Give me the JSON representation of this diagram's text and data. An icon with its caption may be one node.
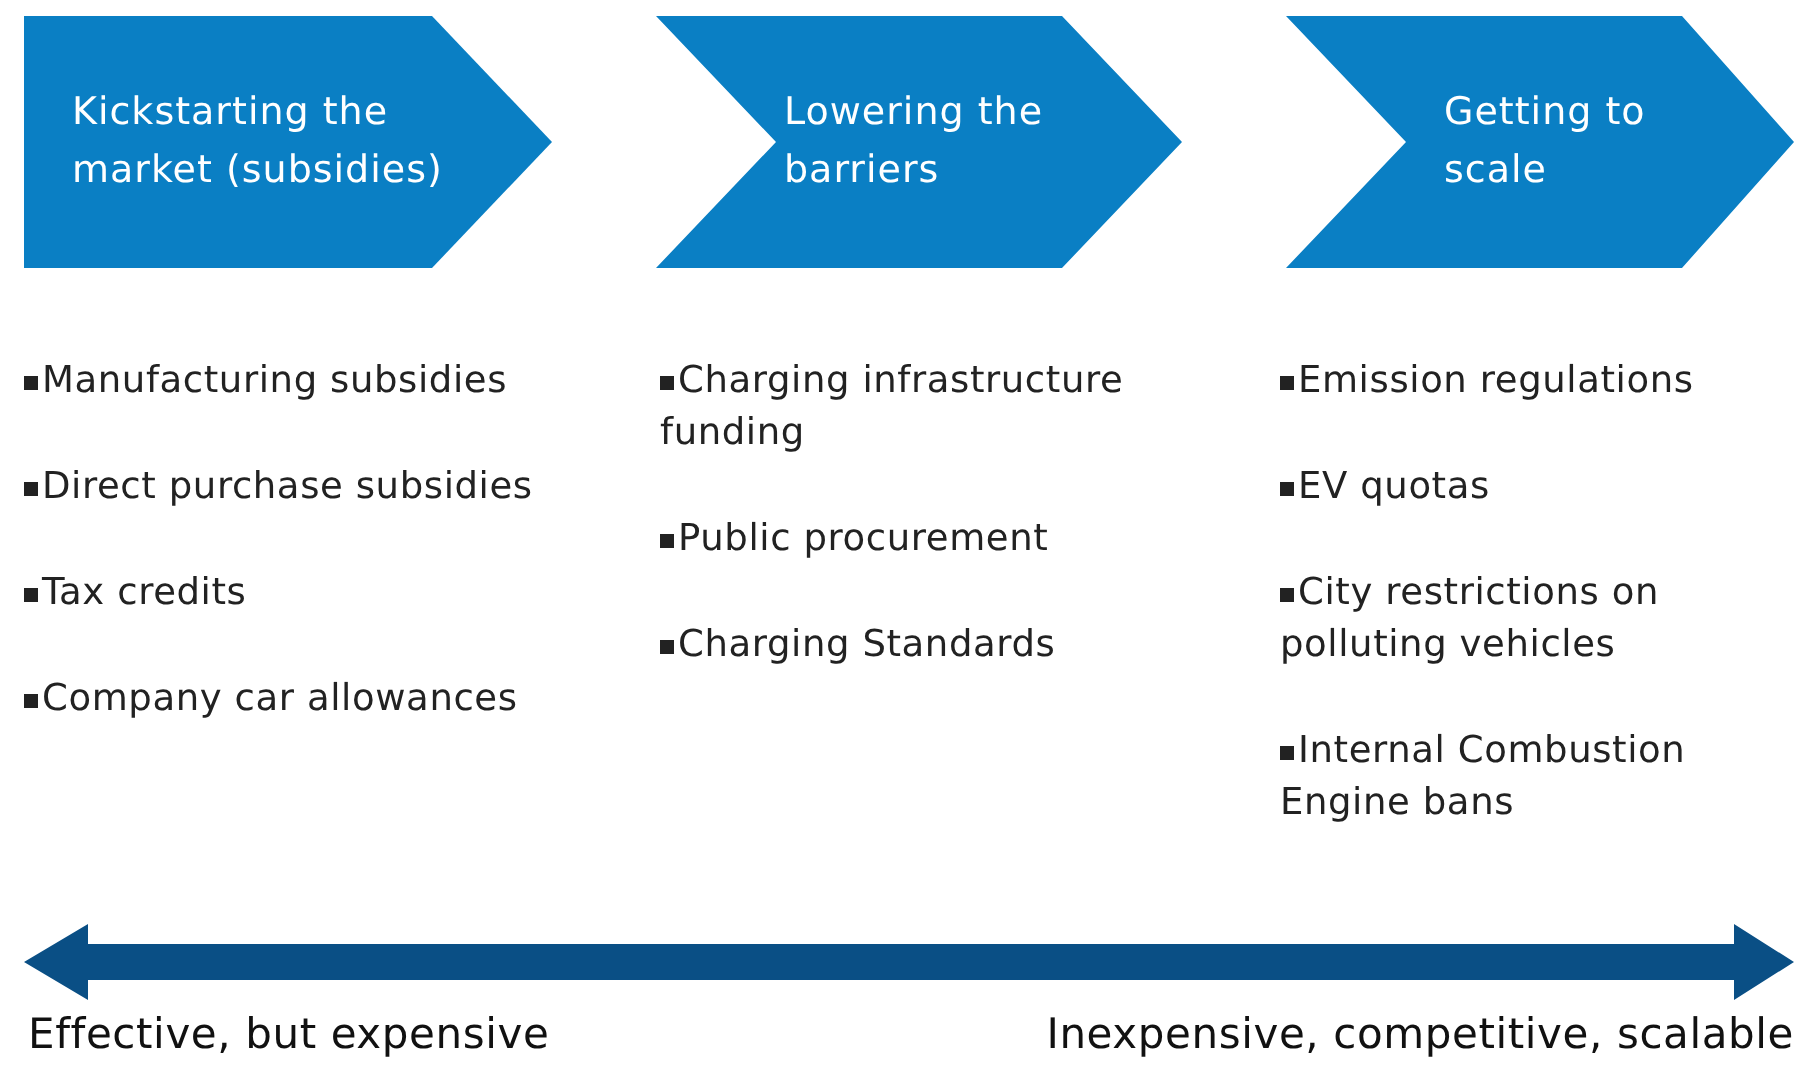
{
  "diagram": {
    "nodes": [
      {
        "text": [
          "Kickstarting the market (subsidies)"
        ],
        "beside": [
          "Manufacturing subsidies",
          "Direct purchase subsidies",
          "Tax credits",
          "Company car allowances"
        ]
      },
      {
        "text": [
          "Lowering the barriers"
        ],
        "beside": [
          "Charging infrastructure funding",
          "Public procurement",
          "Charging Standards"
        ]
      },
      {
        "text": [
          "Getting to scale"
        ],
        "beside": [
          "Emission regulations",
          "EV quotas",
          "City restrictions on polluting vehicles",
          "Internal Combustion Engine bans"
        ]
      }
    ],
    "edges": [],
    "labels": [
      "Effective, but expensive",
      "Inexpensive, competitive, scalable"
    ]
  }
}
